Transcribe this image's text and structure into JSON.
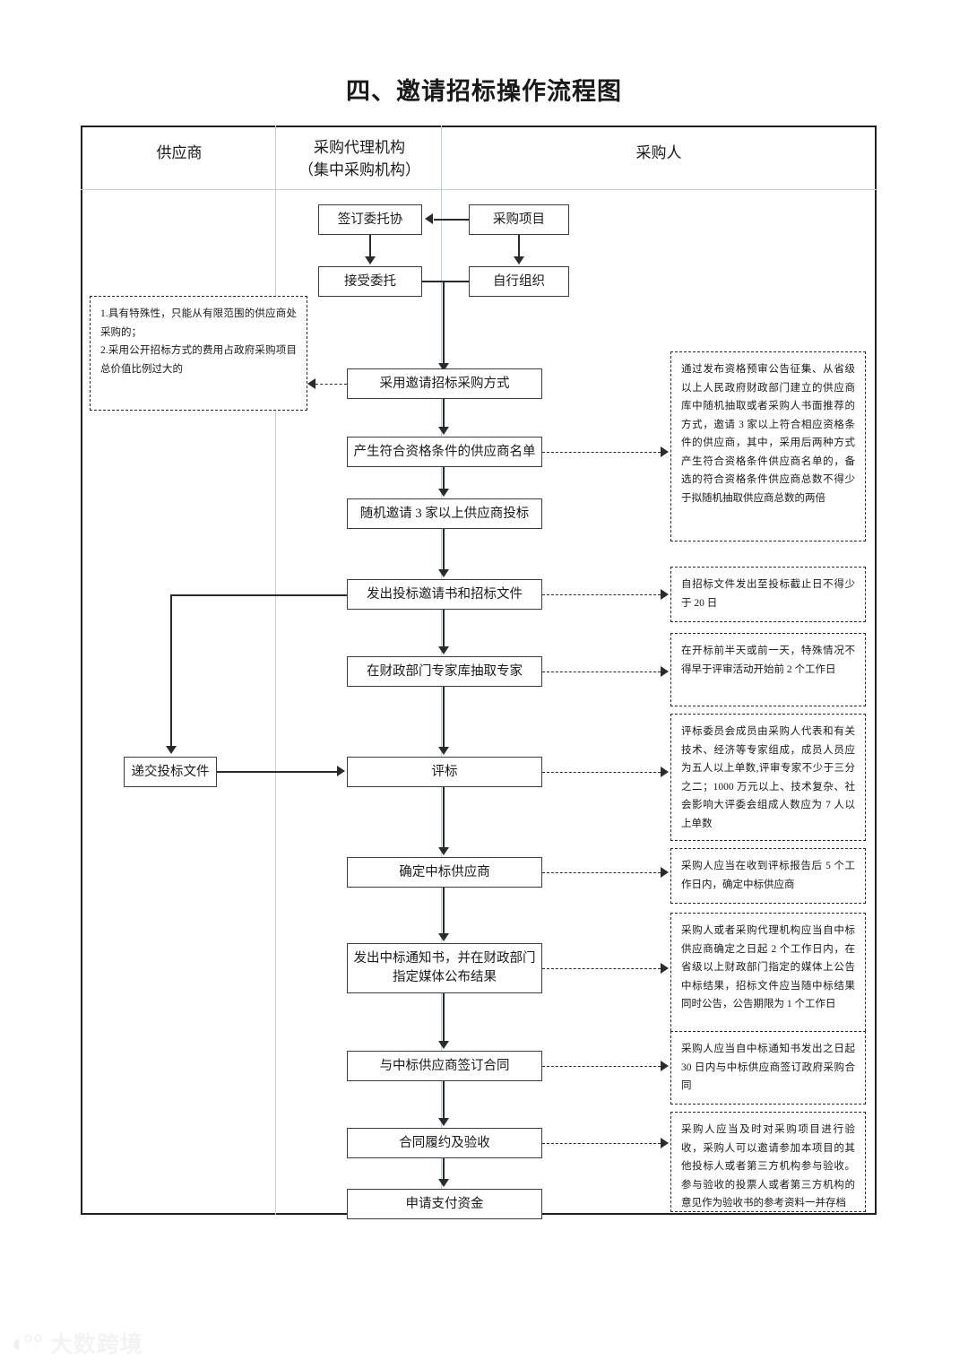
{
  "doc": {
    "title": "四、邀请招标操作流程图",
    "watermark": "大数跨境"
  },
  "lanes": [
    {
      "id": "supplier",
      "label": "供应商"
    },
    {
      "id": "agency",
      "label": "采购代理机构",
      "label2": "（集中采购机构）"
    },
    {
      "id": "purchaser",
      "label": "采购人"
    }
  ],
  "nodes": {
    "project": "采购项目",
    "sign_entrust": "签订委托协",
    "accept_entrust": "接受委托",
    "self_organize": "自行组织",
    "method": "采用邀请招标采购方式",
    "qualified_list": "产生符合资格条件的供应商名单",
    "invite3": "随机邀请 3 家以上供应商投标",
    "issue_docs": "发出投标邀请书和招标文件",
    "pick_experts": "在财政部门专家库抽取专家",
    "submit_bid": "递交投标文件",
    "evaluate": "评标",
    "determine_win": "确定中标供应商",
    "notice_publish_l1": "发出中标通知书，并在财政部门",
    "notice_publish_l2": "指定媒体公布结果",
    "sign_contract": "与中标供应商签订合同",
    "perform_accept": "合同履约及验收",
    "apply_payment": "申请支付资金"
  },
  "notes": {
    "left_conditions": [
      "1.具有特殊性，只能从有限范围的供应商处采购的；",
      "2.采用公开招标方式的费用占政府采购项目总价值比例过大的"
    ],
    "supplier_list": "通过发布资格预审公告征集、从省级以上人民政府财政部门建立的供应商库中随机抽取或者采购人书面推荐的方式，邀请 3 家以上符合相应资格条件的供应商，其中，采用后两种方式产生符合资格条件供应商名单的，备选的符合资格条件供应商总数不得少于拟随机抽取供应商总数的两倍",
    "doc_deadline": "自招标文件发出至投标截止日不得少于 20 日",
    "expert_time": "在开标前半天或前一天，特殊情况不得早于评审活动开始前 2 个工作日",
    "committee": "评标委员会成员由采购人代表和有关技术、经济等专家组成，成员人员应为五人以上单数,评审专家不少于三分之二；1000 万元以上、技术复杂、社会影响大评委会组成人数应为 7 人以上单数",
    "determine_days": "采购人应当在收到评标报告后 5 个工作日内，确定中标供应商",
    "publish_days": "采购人或者采购代理机构应当自中标供应商确定之日起 2 个工作日内，在省级以上财政部门指定的媒体上公告中标结果，招标文件应当随中标结果同时公告，公告期限为 1 个工作日",
    "contract_days": "采购人应当自中标通知书发出之日起 30 日内与中标供应商签订政府采购合同",
    "acceptance": "采购人应当及时对采购项目进行验收，采购人可以邀请参加本项目的其他投标人或者第三方机构参与验收。参与验收的投票人或者第三方机构的意见作为验收书的参考资料一并存档"
  }
}
